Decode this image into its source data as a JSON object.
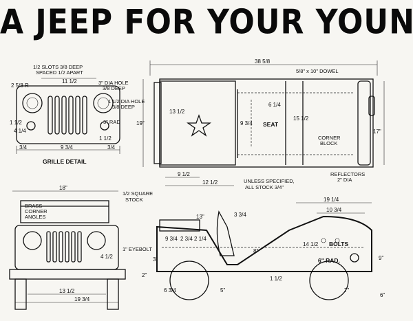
{
  "title": "A JEEP FOR YOUR YOUNG GI",
  "grille_detail": {
    "caption": "GRILLE DETAIL",
    "slots_note_1": "1/2 SLOTS 3/8 DEEP",
    "slots_note_2": "SPACED 1/2 APART",
    "hole_note_1": "3\" DIA HOLE",
    "hole_note_1b": "3/8 DEEP",
    "hole_note_2": "1 1/2 DIA HOLE",
    "hole_note_2b": "3/8 DEEP",
    "rad_note": "3\" RAD",
    "dims": [
      "11 1/2",
      "2 5/8 R",
      "1 1/2",
      "4 1/4",
      "3/4",
      "9 3/4",
      "3/4",
      "1 1/2"
    ]
  },
  "top_view": {
    "overall_length": "38 5/8",
    "dowel_note": "5/8\" x 10\" DOWEL",
    "width": "19\"",
    "right_width": "17\"",
    "seat": "SEAT",
    "corner_block_1": "CORNER",
    "corner_block_2": "BLOCK",
    "reflectors_1": "REFLECTORS",
    "reflectors_2": "2\" DIA",
    "dims": [
      "13 1/2",
      "6 1/4",
      "9 3/4",
      "15 1/2"
    ],
    "under_dims": [
      "9 1/2",
      "12 1/2"
    ],
    "unless_1": "UNLESS SPECIFIED,",
    "unless_2": "ALL STOCK 3/4\""
  },
  "front_view": {
    "width": "18\"",
    "stock_note_1": "1/2 SQUARE",
    "stock_note_2": "STOCK",
    "brass_1": "BRASS",
    "brass_2": "CORNER",
    "brass_3": "ANGLES",
    "dims": [
      "4 1/2",
      "13 1/2",
      "19 3/4"
    ]
  },
  "side_view": {
    "eyebolt": "1\" EYEBOLT",
    "bolts": "BOLTS",
    "rad": "6\" RAD.",
    "dims": [
      "13\"",
      "3 3/4",
      "19 1/4",
      "10 3/4",
      "9 3/4",
      "2 3/4",
      "2 1/4",
      "8\"",
      "14 1/2",
      "9\"",
      "2\"",
      "6 3/4",
      "5\"",
      "1 1/2",
      "7\"",
      "6\"",
      "3\""
    ]
  }
}
